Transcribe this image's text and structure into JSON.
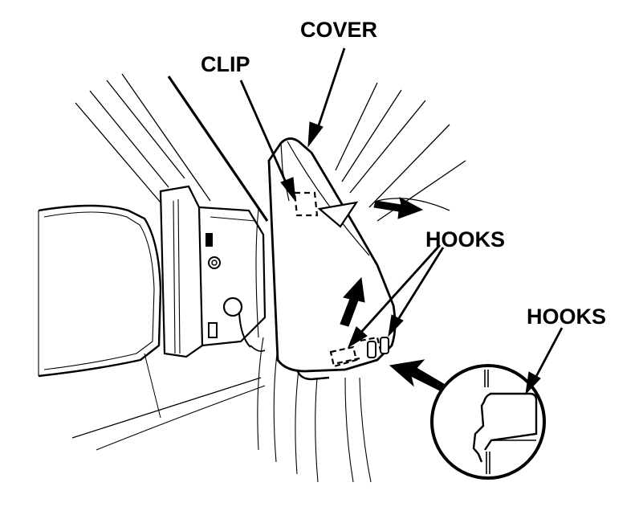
{
  "diagram": {
    "labels": {
      "cover": "COVER",
      "clip": "CLIP",
      "hooks_main": "HOOKS",
      "hooks_detail": "HOOKS"
    }
  },
  "colors": {
    "line": "#000000",
    "fill": "#ffffff"
  }
}
